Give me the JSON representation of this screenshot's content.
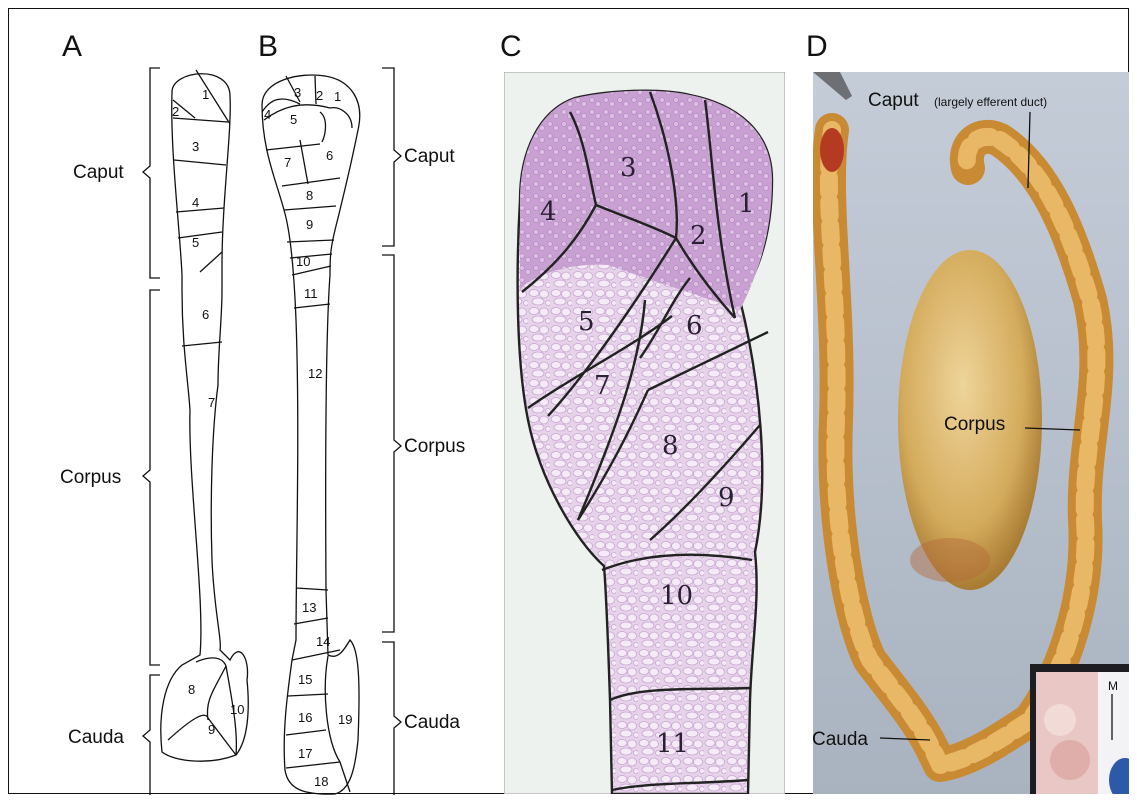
{
  "panels": {
    "a": "A",
    "b": "B",
    "c": "C",
    "d": "D"
  },
  "regions": {
    "caput": "Caput",
    "corpus": "Corpus",
    "cauda": "Cauda"
  },
  "panel_a_segments": [
    "1",
    "2",
    "3",
    "4",
    "5",
    "6",
    "7",
    "8",
    "9",
    "10"
  ],
  "panel_b_segments": [
    "1",
    "2",
    "3",
    "4",
    "5",
    "6",
    "7",
    "8",
    "9",
    "10",
    "11",
    "12",
    "13",
    "14",
    "15",
    "16",
    "17",
    "18",
    "19"
  ],
  "panel_c_segments": [
    "1",
    "2",
    "3",
    "4",
    "5",
    "6",
    "7",
    "8",
    "9",
    "10",
    "11"
  ],
  "photo": {
    "caput": "Caput",
    "caput_note": "(largely efferent duct)",
    "corpus": "Corpus",
    "cauda": "Cauda",
    "inset_glyph": "M"
  },
  "colors": {
    "histology_base": "#e3cfe6",
    "histology_dark": "#cda9d6",
    "photo_bg": "#b9c3cf",
    "testis": "#d8b46a",
    "epididymis": "#d49a3e"
  }
}
